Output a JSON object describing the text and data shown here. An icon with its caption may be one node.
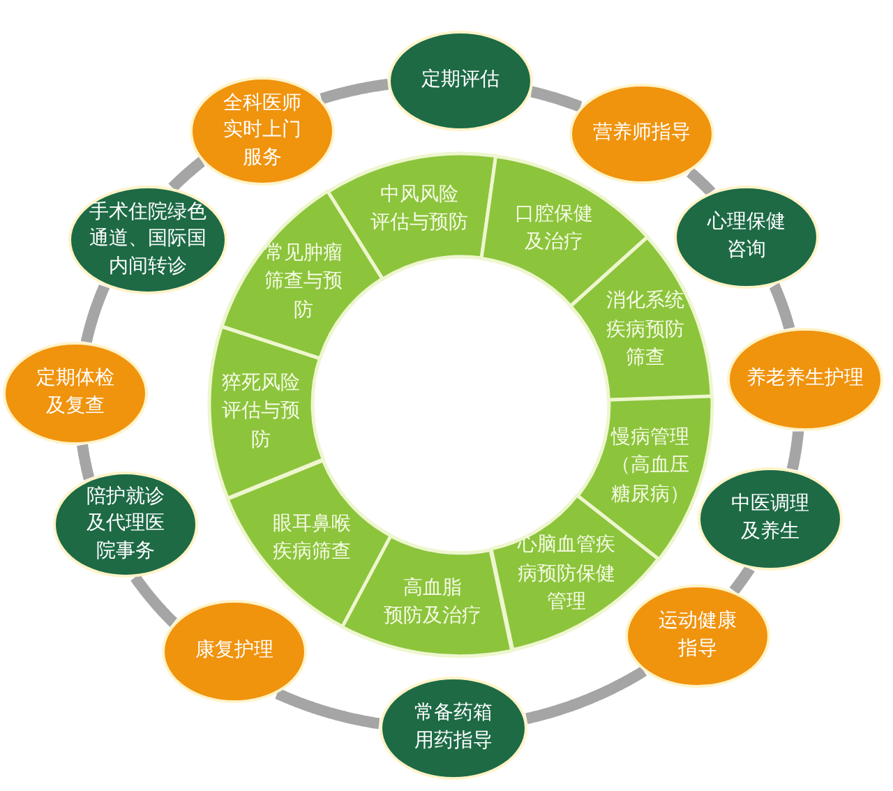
{
  "diagram": {
    "nodes": [
      {
        "text": [
          "定期评估"
        ]
      },
      {
        "text": [
          "营养师指导"
        ]
      },
      {
        "text": [
          "心理保健咨询"
        ]
      },
      {
        "text": [
          "养老养生护理"
        ]
      },
      {
        "text": [
          "中医调理及养生"
        ]
      },
      {
        "text": [
          "运动健康指导"
        ]
      },
      {
        "text": [
          "常备药箱用药指导"
        ]
      },
      {
        "text": [
          "康复护理"
        ]
      },
      {
        "text": [
          "陪护就诊及代理医院事务"
        ]
      },
      {
        "text": [
          "定期体检及复查"
        ]
      },
      {
        "text": [
          "手术住院绿色通道、国际国内间转诊"
        ]
      },
      {
        "text": [
          "全科医师实时上门服务"
        ]
      },
      {
        "text": [
          "中风风险评估与预防"
        ]
      },
      {
        "text": [
          "口腔保健及治疗"
        ]
      },
      {
        "text": [
          "消化系统疾病预防筛查"
        ]
      },
      {
        "text": [
          "慢病管理（高血压糖尿病）"
        ]
      },
      {
        "text": [
          "心脑血管疾病预防保健管理"
        ]
      },
      {
        "text": [
          "高血脂预防及治疗"
        ]
      },
      {
        "text": [
          "眼耳鼻喉疾病筛查"
        ]
      },
      {
        "text": [
          "猝死风险评估与预防"
        ]
      },
      {
        "text": [
          "常见肿瘤筛查与预防"
        ]
      }
    ],
    "edges": [
      {
        "from": 0,
        "to": 1,
        "arrow": "none"
      },
      {
        "from": 1,
        "to": 2,
        "arrow": "none"
      },
      {
        "from": 2,
        "to": 3,
        "arrow": "none"
      },
      {
        "from": 3,
        "to": 4,
        "arrow": "none"
      },
      {
        "from": 4,
        "to": 5,
        "arrow": "none"
      },
      {
        "from": 5,
        "to": 6,
        "arrow": "none"
      },
      {
        "from": 6,
        "to": 7,
        "arrow": "none"
      },
      {
        "from": 7,
        "to": 8,
        "arrow": "none"
      },
      {
        "from": 8,
        "to": 9,
        "arrow": "none"
      },
      {
        "from": 9,
        "to": 10,
        "arrow": "none"
      },
      {
        "from": 10,
        "to": 11,
        "arrow": "none"
      },
      {
        "from": 11,
        "to": 0,
        "arrow": "none"
      }
    ]
  }
}
